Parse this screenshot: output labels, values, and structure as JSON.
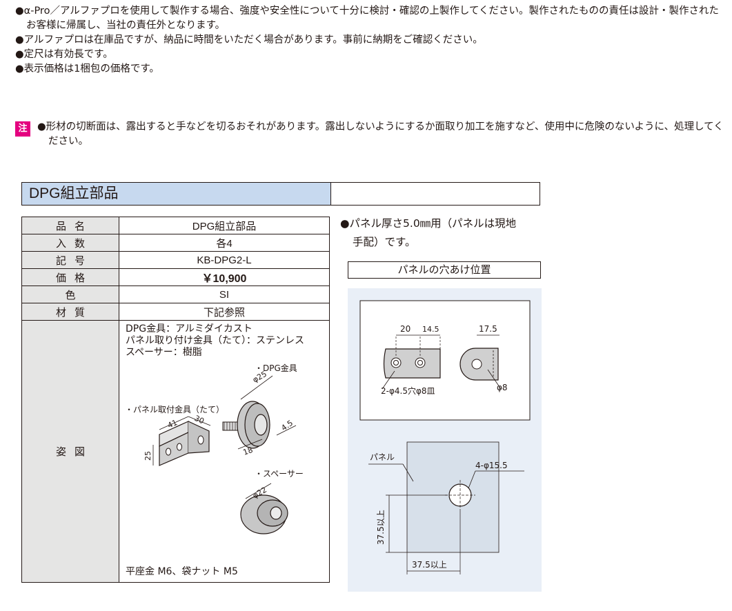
{
  "notes": [
    "●α-Pro／アルファプロを使用して製作する場合、強度や安全性について十分に検討・確認の上製作してください。製作されたものの責任は設計・製作されたお客様に帰属し、当社の責任外となります。",
    "●アルファプロは在庫品ですが、納品に時間をいただく場合があります。事前に納期をご確認ください。",
    "●定尺は有効長です。",
    "●表示価格は1梱包の価格です。"
  ],
  "caution": {
    "badge": "注",
    "text": "●形材の切断面は、露出すると手などを切るおそれがあります。露出しないようにするか面取り加工を施すなど、使用中に危険のないように、処理してください。"
  },
  "section_title": "DPG組立部品",
  "spec": {
    "rows": [
      {
        "label": "品名",
        "value": "DPG組立部品"
      },
      {
        "label": "入数",
        "value": "各4"
      },
      {
        "label": "記号",
        "value": "KB-DPG2-L"
      },
      {
        "label": "価格",
        "value": "￥10,900"
      },
      {
        "label": "色",
        "value": "SI"
      },
      {
        "label": "材質",
        "value": "下記参照"
      }
    ],
    "figure_label": "姿図",
    "materials": [
      "DPG金具：アルミダイカスト",
      "パネル取り付け金具（たて）：ステンレス",
      "スペーサー：樹脂"
    ],
    "callouts": {
      "dpg": "・DPG金具",
      "bracket": "・パネル取付金具（たて）",
      "spacer": "・スペーサー"
    },
    "dims": {
      "dpg_dia": "φ25",
      "dpg_thick": "4.5",
      "dpg_len": "18",
      "br_w1": "41",
      "br_w2": "30",
      "br_h": "25",
      "sp_dia": "φ22"
    },
    "footer": "平座金 M6、袋ナット M5"
  },
  "panel_note": {
    "line1": "●パネル厚さ5.0㎜用（パネルは現地",
    "line2": "手配）です。"
  },
  "hole": {
    "title": "パネルの穴あけ位置",
    "dims": {
      "d1": "20",
      "d2": "14.5",
      "d3": "17.5",
      "holes_label": "2-φ4.5穴φ8皿",
      "phi8": "φ8",
      "panel_label": "パネル",
      "hole_dia": "4-φ15.5",
      "vert": "37.5以上",
      "horiz": "37.5以上"
    }
  },
  "colors": {
    "caution_badge": "#e4007f",
    "title_bg": "#c7d9ef",
    "label_bg": "#e5e5e4",
    "hole_bg": "#e9eff7",
    "panel_fill": "#d7e0ea"
  }
}
